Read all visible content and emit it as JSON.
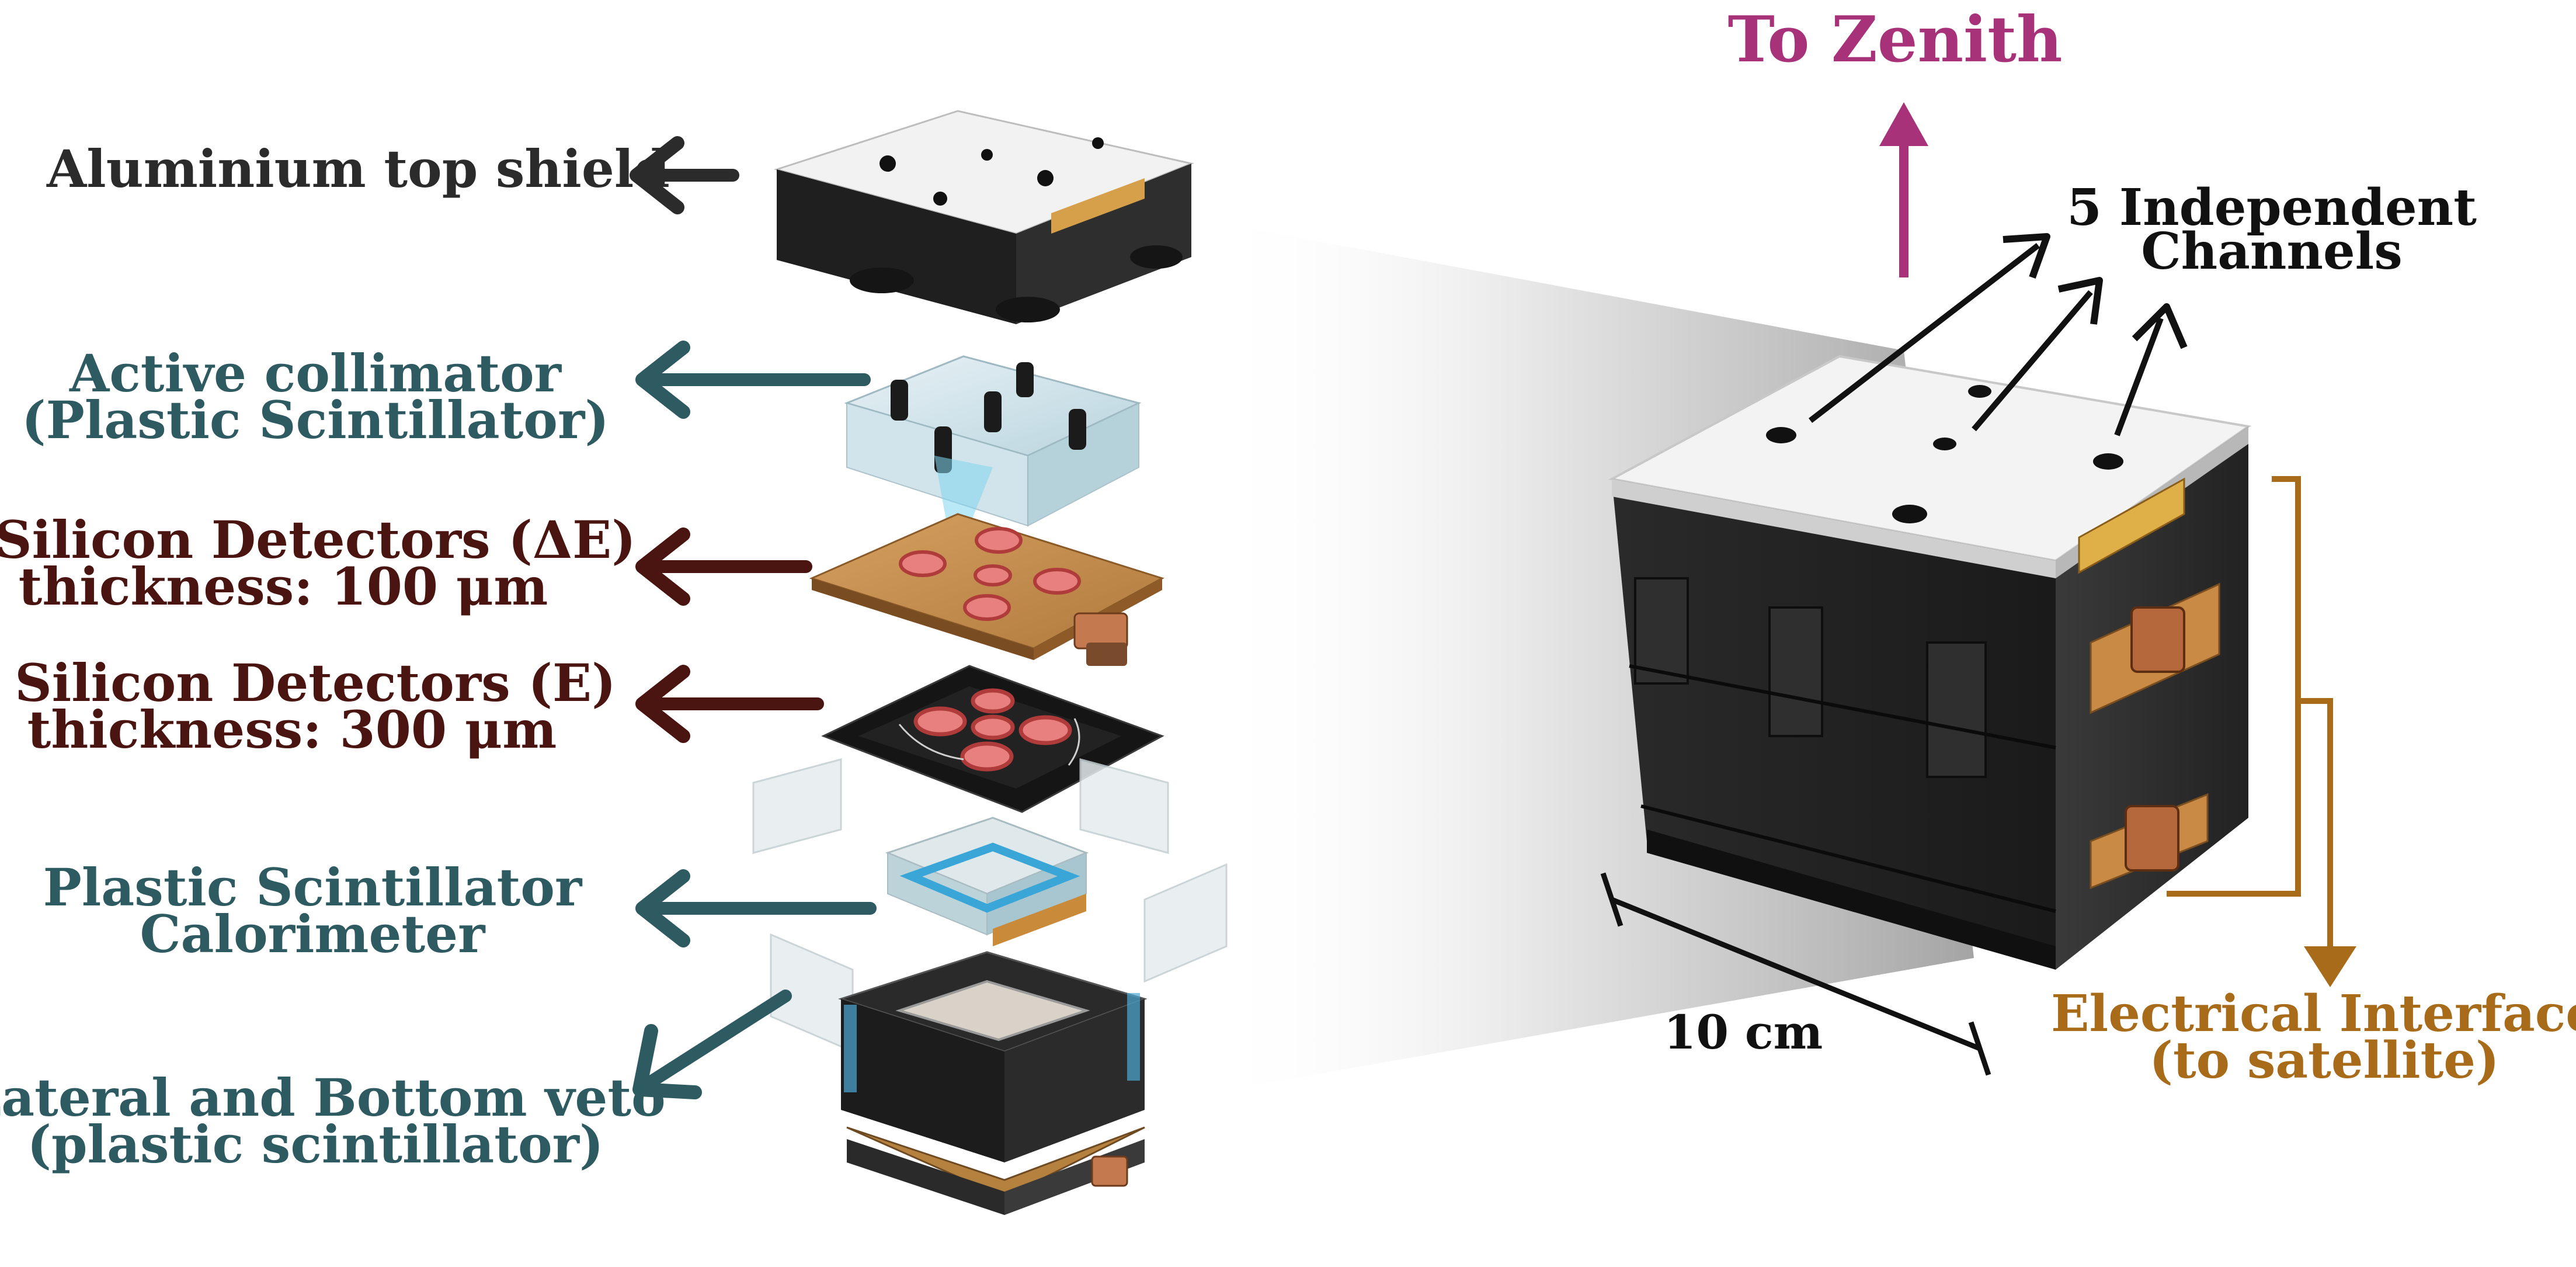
{
  "labels": {
    "top_shield": [
      "Aluminium top shield"
    ],
    "active_collimator": [
      "Active collimator",
      "(Plastic Scintillator)"
    ],
    "silicon_de": [
      "Silicon Detectors (ΔE)",
      "thickness: 100 μm"
    ],
    "silicon_e": [
      "Silicon Detectors (E)",
      "thickness: 300 μm"
    ],
    "calorimeter": [
      "Plastic Scintillator",
      "Calorimeter"
    ],
    "veto": [
      "Lateral and Bottom veto",
      "(plastic scintillator)"
    ],
    "zenith": [
      "To Zenith"
    ],
    "channels": [
      "5 Independent",
      "Channels"
    ],
    "scale": [
      "10 cm"
    ],
    "interface": [
      "Electrical Interface",
      "(to satellite)"
    ]
  },
  "colors": {
    "dark_label": "#2b2b2b",
    "teal_label": "#2e5a62",
    "maroon_label": "#4a1410",
    "zenith": "#a8327a",
    "interface": "#a86b1a",
    "black": "#111111"
  }
}
